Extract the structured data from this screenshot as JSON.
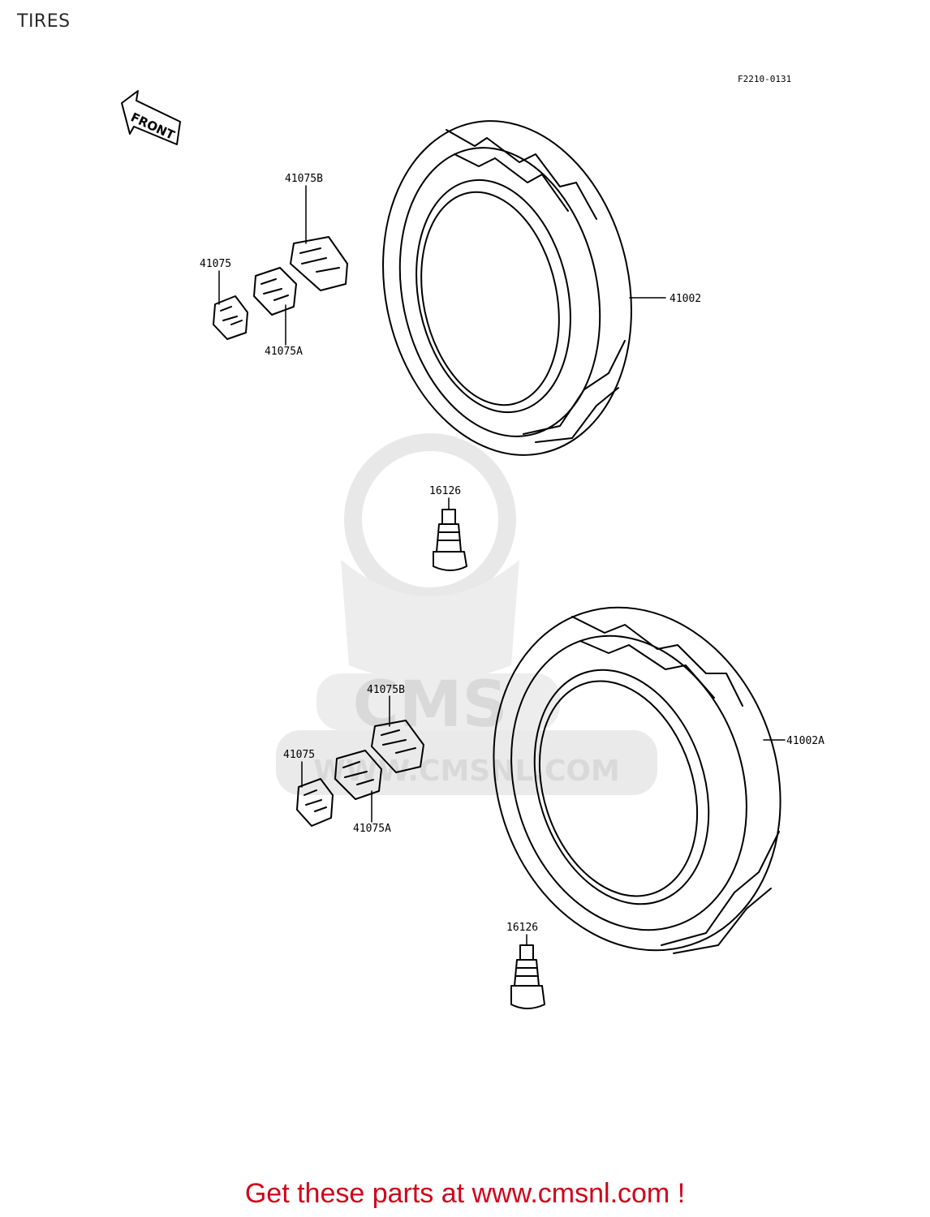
{
  "page": {
    "title": "TIRES",
    "diagram_code": "F2210-0131",
    "front_label": "FRONT"
  },
  "callouts": {
    "upper_tire": "41002",
    "lower_tire": "41002A",
    "upper_valve": "16126",
    "lower_valve": "16126",
    "upper_weight": "41075",
    "upper_weight_a": "41075A",
    "upper_weight_b": "41075B",
    "lower_weight": "41075",
    "lower_weight_a": "41075A",
    "lower_weight_b": "41075B"
  },
  "watermark": {
    "brand": "CMS",
    "url": "WWW.CMSNL.COM"
  },
  "footer": {
    "text": "Get these parts at www.cmsnl.com !"
  },
  "colors": {
    "footer": "#d0021b",
    "watermark": "#e6e6e6",
    "lines": "#000000"
  }
}
